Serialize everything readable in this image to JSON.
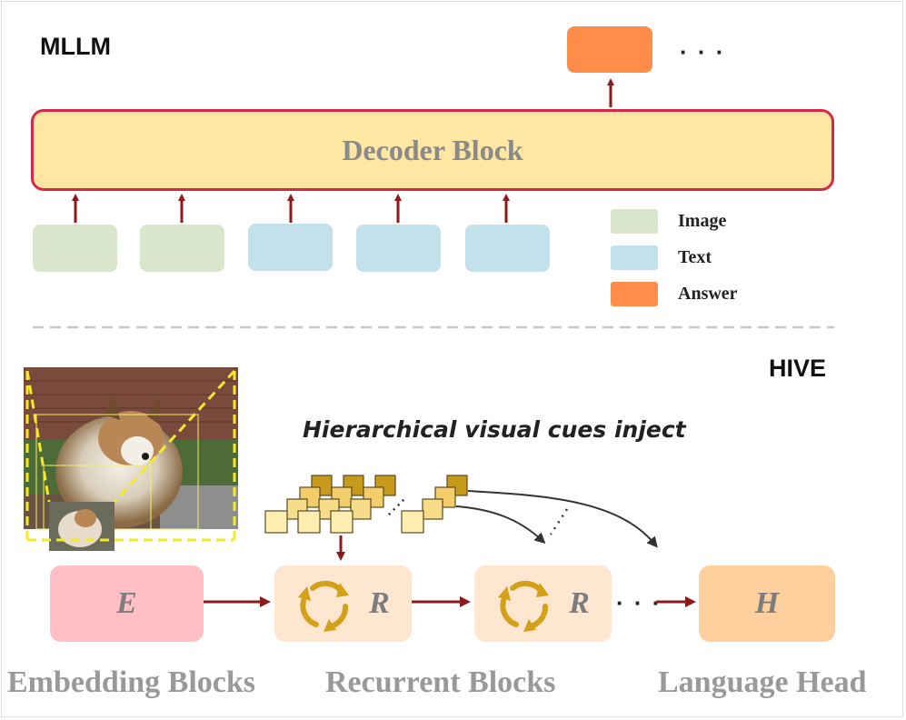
{
  "mllm": {
    "title": "MLLM",
    "decoder_label": "Decoder Block",
    "ellipsis": "· · ·",
    "tokens": [
      {
        "kind": "image"
      },
      {
        "kind": "image"
      },
      {
        "kind": "text"
      },
      {
        "kind": "text"
      },
      {
        "kind": "text"
      }
    ],
    "output_token": {
      "kind": "answer"
    }
  },
  "legend": {
    "items": [
      {
        "label": "Image",
        "color": "#d9e6cc"
      },
      {
        "label": "Text",
        "color": "#c3e1ea"
      },
      {
        "label": "Answer",
        "color": "#ff8c48"
      }
    ]
  },
  "hive": {
    "title": "HIVE",
    "cues_caption": "Hierarchical visual cues inject",
    "blocks": [
      {
        "letter": "E",
        "label": "Embedding Blocks",
        "color": "#ffbfc4"
      },
      {
        "letter": "R",
        "label": "Recurrent Blocks",
        "color": "#ffe6d0"
      },
      {
        "letter": "R",
        "label": "",
        "color": "#ffe6d0"
      },
      {
        "letter": "H",
        "label": "Language Head",
        "color": "#ffcf9e"
      }
    ],
    "between_ellipsis": "· · ·"
  },
  "colors": {
    "arrow": "#8b1a1a",
    "dashed_divider": "#c8c8c8",
    "cycle_icon": "#d4a017",
    "cue_light": "#ffeeb0",
    "cue_mid": "#f2cd69",
    "cue_dark": "#c79a1e"
  }
}
